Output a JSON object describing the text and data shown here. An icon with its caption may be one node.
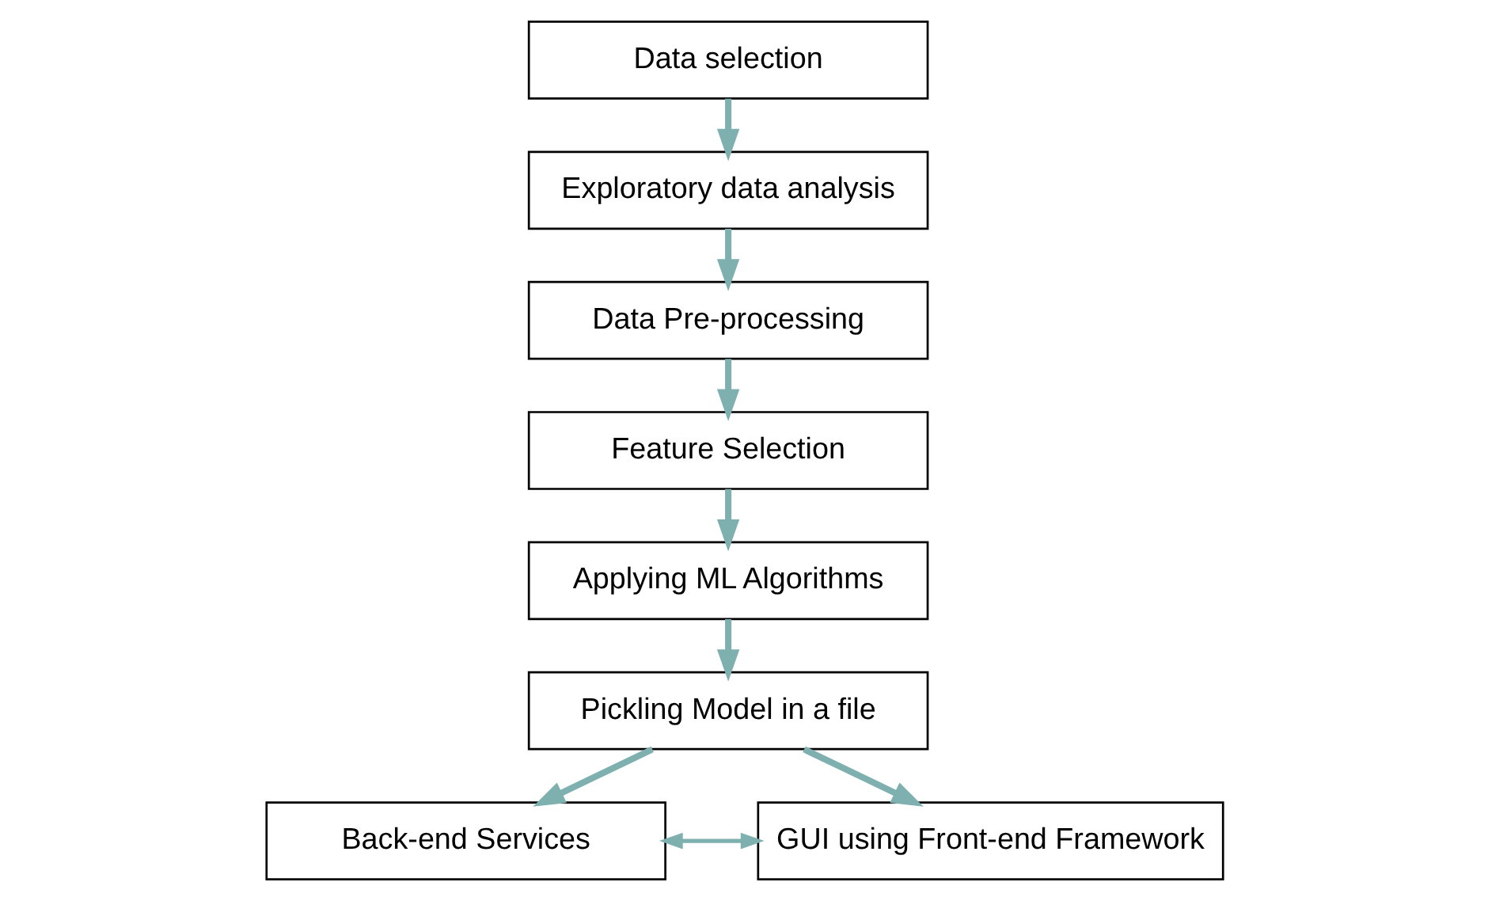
{
  "diagram": {
    "nodes": [
      {
        "text": [
          "Data selection"
        ]
      },
      {
        "text": [
          "Exploratory data analysis"
        ]
      },
      {
        "text": [
          "Data Pre-processing"
        ]
      },
      {
        "text": [
          "Feature Selection"
        ]
      },
      {
        "text": [
          "Applying ML Algorithms"
        ]
      },
      {
        "text": [
          "Pickling Model in a file"
        ]
      },
      {
        "text": [
          "Back-end Services"
        ]
      },
      {
        "text": [
          "GUI using Front-end Framework"
        ]
      }
    ],
    "edges": [
      {
        "from": 0,
        "to": 1,
        "arrow": "to"
      },
      {
        "from": 1,
        "to": 2,
        "arrow": "to"
      },
      {
        "from": 2,
        "to": 3,
        "arrow": "to"
      },
      {
        "from": 3,
        "to": 4,
        "arrow": "to"
      },
      {
        "from": 4,
        "to": 5,
        "arrow": "to"
      },
      {
        "from": 5,
        "to": 6,
        "arrow": "to"
      },
      {
        "from": 5,
        "to": 7,
        "arrow": "to"
      },
      {
        "from": 6,
        "to": 7,
        "arrow": "both"
      }
    ]
  }
}
